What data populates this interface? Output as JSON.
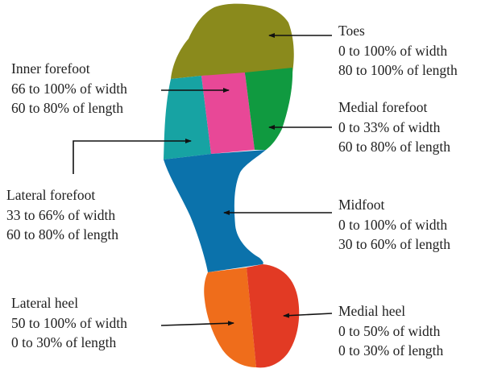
{
  "colors": {
    "toes": "#8a8a1c",
    "inner_forefoot": "#17a3a3",
    "lateral_forefoot": "#e84897",
    "medial_forefoot": "#109a40",
    "midfoot": "#0b72ab",
    "lateral_heel": "#ef6d1b",
    "medial_heel": "#e23a24",
    "leader": "#111111",
    "text": "#222222"
  },
  "regions": {
    "toes": {
      "title": "Toes",
      "width": "0 to 100% of width",
      "length": "80 to 100% of length"
    },
    "inner_forefoot": {
      "title": "Inner forefoot",
      "width": "66 to 100% of width",
      "length": "60 to 80% of length"
    },
    "medial_forefoot": {
      "title": "Medial forefoot",
      "width": "0 to 33% of width",
      "length": "60 to 80% of length"
    },
    "lateral_forefoot": {
      "title": "Lateral forefoot",
      "width": "33 to 66% of width",
      "length": "60 to 80% of length"
    },
    "midfoot": {
      "title": "Midfoot",
      "width": "0 to 100% of width",
      "length": "30 to 60% of length"
    },
    "lateral_heel": {
      "title": "Lateral heel",
      "width": "50 to 100% of width",
      "length": "0 to 30% of length"
    },
    "medial_heel": {
      "title": "Medial heel",
      "width": "0 to 50% of width",
      "length": "0 to 30% of length"
    }
  }
}
